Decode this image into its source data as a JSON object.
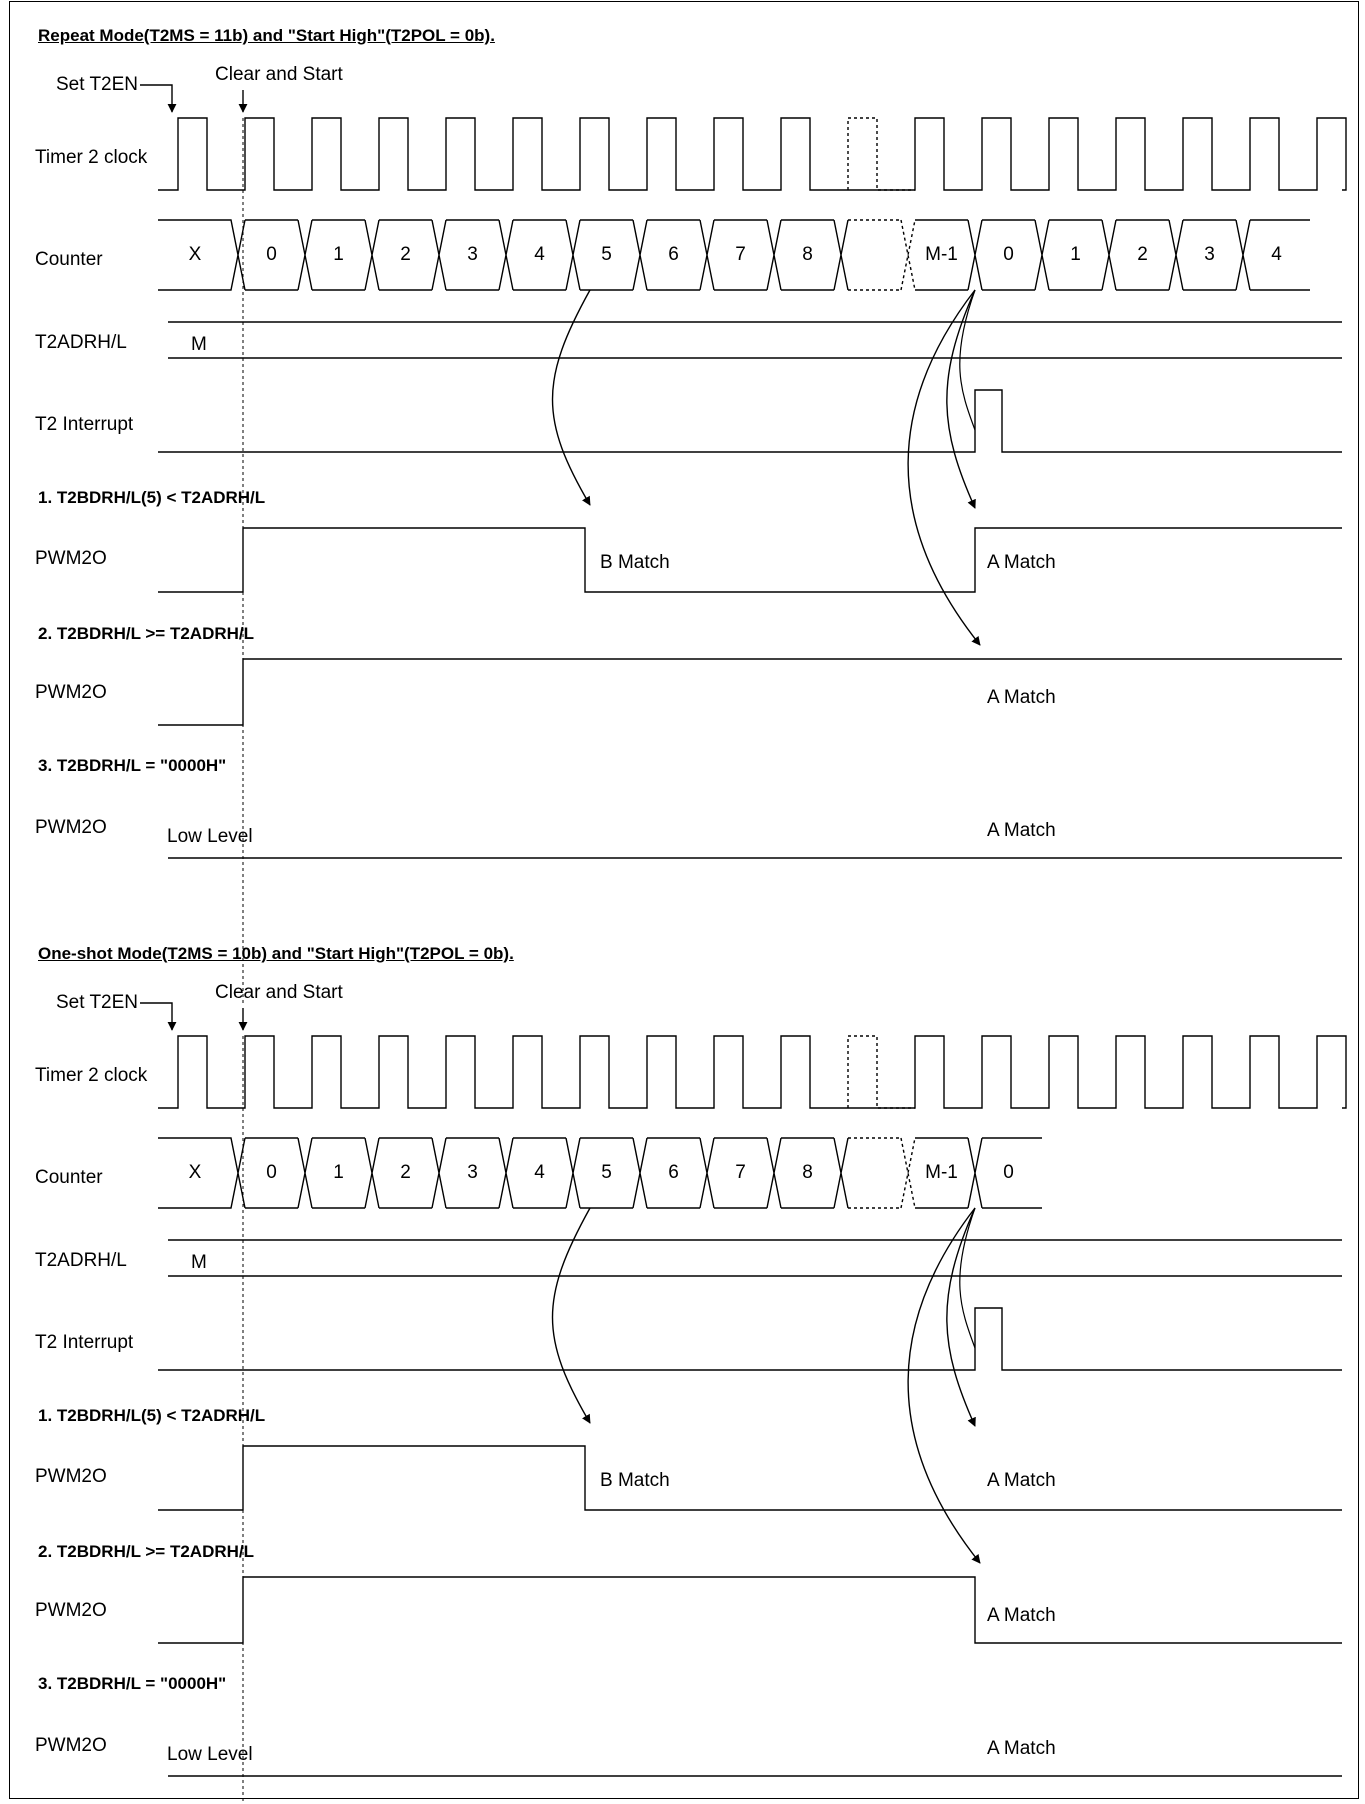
{
  "panels": [
    {
      "title": "Repeat Mode(T2MS = 11b) and \"Start High\"(T2POL = 0b).",
      "set_label": "Set T2EN",
      "clear_label": "Clear and Start",
      "clock_label": "Timer 2 clock",
      "counter_label": "Counter",
      "counter_values": [
        "X",
        "0",
        "1",
        "2",
        "3",
        "4",
        "5",
        "6",
        "7",
        "8",
        "",
        "M-1",
        "0",
        "1",
        "2",
        "3",
        "4"
      ],
      "adr_label": "T2ADRH/L",
      "adr_value": "M",
      "irq_label": "T2 Interrupt",
      "case1": "1. T2BDRH/L(5) < T2ADRH/L",
      "case2": "2. T2BDRH/L >= T2ADRH/L",
      "case3": "3. T2BDRH/L = \"0000H\"",
      "pwm_label": "PWM2O",
      "b_match": "B Match",
      "a_match": "A Match",
      "low_level": "Low Level"
    },
    {
      "title": "One-shot Mode(T2MS = 10b) and \"Start High\"(T2POL = 0b).",
      "set_label": "Set T2EN",
      "clear_label": "Clear and Start",
      "clock_label": "Timer 2 clock",
      "counter_label": "Counter",
      "counter_values": [
        "X",
        "0",
        "1",
        "2",
        "3",
        "4",
        "5",
        "6",
        "7",
        "8",
        "",
        "M-1",
        "0"
      ],
      "adr_label": "T2ADRH/L",
      "adr_value": "M",
      "irq_label": "T2 Interrupt",
      "case1": "1. T2BDRH/L(5) < T2ADRH/L",
      "case2": "2. T2BDRH/L >= T2ADRH/L",
      "case3": "3. T2BDRH/L = \"0000H\"",
      "pwm_label": "PWM2O",
      "b_match": "B Match",
      "a_match": "A Match",
      "low_level": "Low Level"
    }
  ]
}
